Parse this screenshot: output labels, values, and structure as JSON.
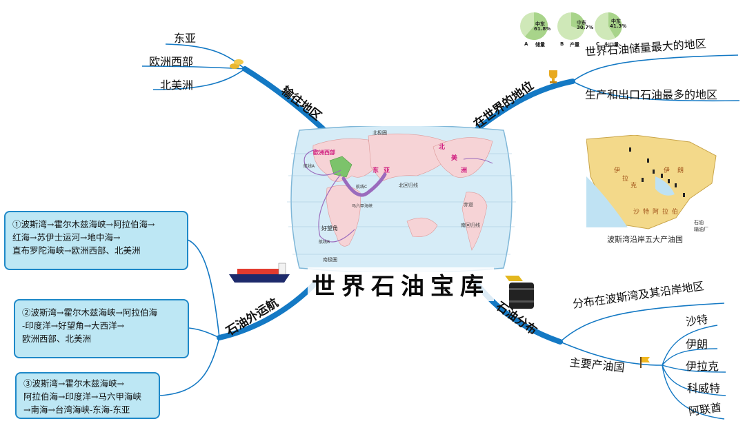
{
  "title": "世界石油宝库",
  "branches": {
    "export_regions": {
      "label": "输往地区",
      "items": [
        "东亚",
        "欧洲西部",
        "北美洲"
      ]
    },
    "world_status": {
      "label": "在世界的地位",
      "items": [
        "世界石油储量最大的地区",
        "生产和出口石油最多的地区"
      ]
    },
    "shipping": {
      "label": "石油外运航",
      "routes": [
        [
          "①波斯湾→霍尔木兹海峡→阿拉伯海→",
          "红海→苏伊士运河→地中海→",
          "直布罗陀海峡→欧洲西部、北美洲"
        ],
        [
          "②波斯湾→霍尔木兹海峡→阿拉伯海",
          "-印度洋→好望角→大西洋→",
          "欧洲西部、北美洲"
        ],
        [
          "③波斯湾→霍尔木兹海峡→",
          "阿拉伯海→印度洋→马六甲海峡",
          "→南海→台湾海峡-东海-东亚"
        ]
      ]
    },
    "distribution": {
      "label": "石油分布",
      "area": "分布在波斯湾及其沿岸地区",
      "main_label": "主要产油国",
      "countries": [
        "沙特",
        "伊朗",
        "伊拉克",
        "科威特",
        "阿联酋"
      ]
    }
  },
  "pie_charts": [
    {
      "letter": "A",
      "name": "储量",
      "inner": "中东",
      "pct": "61.8%"
    },
    {
      "letter": "B",
      "name": "产量",
      "inner": "中东",
      "pct": "30.7%"
    },
    {
      "letter": "C",
      "name": "出口量",
      "inner": "中东",
      "pct": "41.3%"
    }
  ],
  "world_map": {
    "labels": [
      "北极圈",
      "欧洲西部",
      "东",
      "亚",
      "北",
      "美",
      "洲",
      "北回归线",
      "赤道",
      "南回归线",
      "南极圈",
      "好望角",
      "航线A",
      "航线B",
      "航线C",
      "马六甲海峡"
    ]
  },
  "inset_map": {
    "caption": "波斯湾沿岸五大产油国",
    "legend": [
      "石油",
      "输油厂"
    ],
    "country_labels": [
      "伊",
      "拉",
      "克",
      "伊",
      "朗",
      "沙",
      "特",
      "阿",
      "拉",
      "伯"
    ]
  },
  "colors": {
    "branch_blue": "#1479c4",
    "box_fill": "#bde7f4",
    "box_border": "#1e88c8",
    "ocean": "#d6ecf7",
    "land": "#f6d3d6",
    "pie_green": "#a8d48a"
  }
}
